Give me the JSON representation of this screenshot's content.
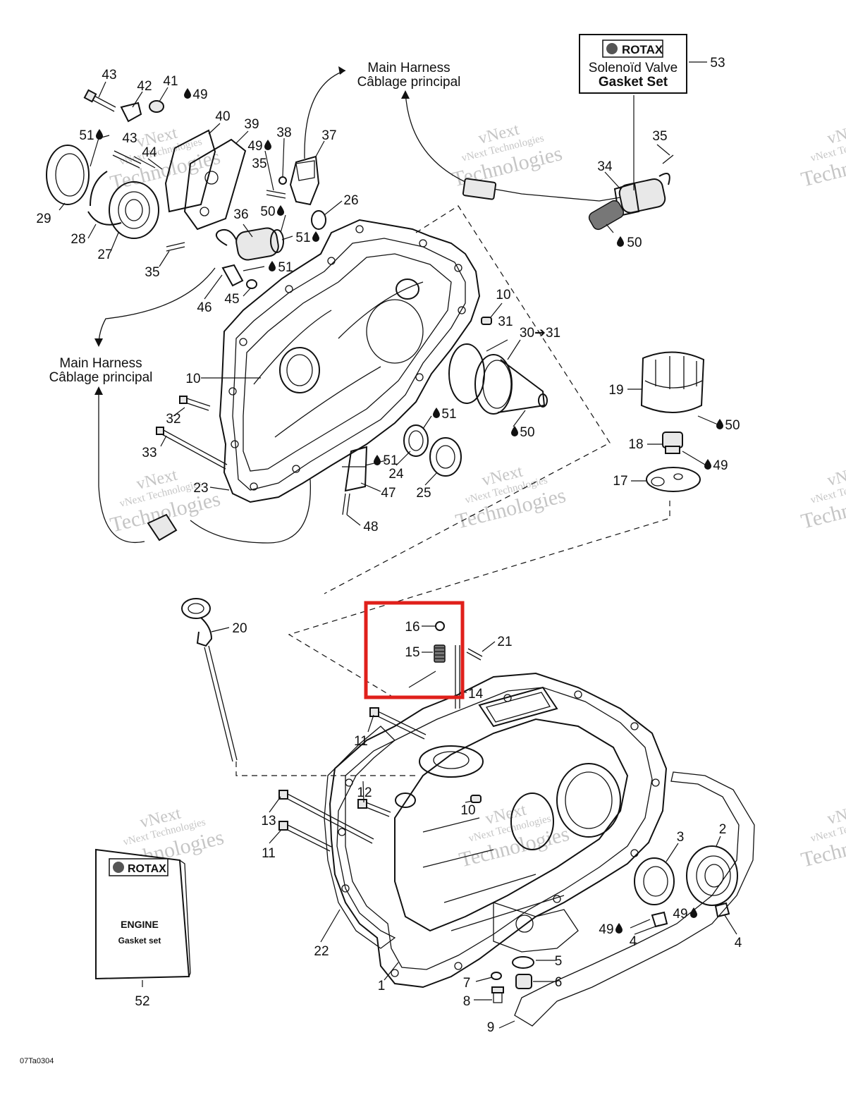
{
  "callouts": [
    {
      "id": "c43a",
      "text": "43"
    },
    {
      "id": "c42",
      "text": "42"
    },
    {
      "id": "c41",
      "text": "41"
    },
    {
      "id": "c49a",
      "text": "49"
    },
    {
      "id": "c40",
      "text": "40"
    },
    {
      "id": "c39",
      "text": "39"
    },
    {
      "id": "c38",
      "text": "38"
    },
    {
      "id": "c49b",
      "text": "49"
    },
    {
      "id": "c37",
      "text": "37"
    },
    {
      "id": "c35a",
      "text": "35"
    },
    {
      "id": "c51a",
      "text": "51"
    },
    {
      "id": "c43b",
      "text": "43"
    },
    {
      "id": "c44",
      "text": "44"
    },
    {
      "id": "c29",
      "text": "29"
    },
    {
      "id": "c28",
      "text": "28"
    },
    {
      "id": "c27",
      "text": "27"
    },
    {
      "id": "c36",
      "text": "36"
    },
    {
      "id": "c50a",
      "text": "50"
    },
    {
      "id": "c26",
      "text": "26"
    },
    {
      "id": "c51b",
      "text": "51"
    },
    {
      "id": "c35b",
      "text": "35"
    },
    {
      "id": "c46",
      "text": "46"
    },
    {
      "id": "c45",
      "text": "45"
    },
    {
      "id": "c51c",
      "text": "51"
    },
    {
      "id": "c53",
      "text": "53"
    },
    {
      "id": "c35c",
      "text": "35"
    },
    {
      "id": "c34",
      "text": "34"
    },
    {
      "id": "c50b",
      "text": "50"
    },
    {
      "id": "c10a",
      "text": "10"
    },
    {
      "id": "c31",
      "text": "31"
    },
    {
      "id": "c3031",
      "text": "30➔31"
    },
    {
      "id": "c10b",
      "text": "10"
    },
    {
      "id": "c19",
      "text": "19"
    },
    {
      "id": "c50c",
      "text": "50"
    },
    {
      "id": "c32",
      "text": "32"
    },
    {
      "id": "c51d",
      "text": "51"
    },
    {
      "id": "c50d",
      "text": "50"
    },
    {
      "id": "c18",
      "text": "18"
    },
    {
      "id": "c49c",
      "text": "49"
    },
    {
      "id": "c33",
      "text": "33"
    },
    {
      "id": "c51e",
      "text": "51"
    },
    {
      "id": "c24",
      "text": "24"
    },
    {
      "id": "c17",
      "text": "17"
    },
    {
      "id": "c23",
      "text": "23"
    },
    {
      "id": "c47",
      "text": "47"
    },
    {
      "id": "c25",
      "text": "25"
    },
    {
      "id": "c48",
      "text": "48"
    },
    {
      "id": "c20",
      "text": "20"
    },
    {
      "id": "c16",
      "text": "16"
    },
    {
      "id": "c15",
      "text": "15"
    },
    {
      "id": "c21",
      "text": "21"
    },
    {
      "id": "c14",
      "text": "14"
    },
    {
      "id": "c11a",
      "text": "11"
    },
    {
      "id": "c12",
      "text": "12"
    },
    {
      "id": "c10c",
      "text": "10"
    },
    {
      "id": "c13",
      "text": "13"
    },
    {
      "id": "c11b",
      "text": "11"
    },
    {
      "id": "c3",
      "text": "3"
    },
    {
      "id": "c2",
      "text": "2"
    },
    {
      "id": "c22",
      "text": "22"
    },
    {
      "id": "c49d",
      "text": "49"
    },
    {
      "id": "c4a",
      "text": "4"
    },
    {
      "id": "c49e",
      "text": "49"
    },
    {
      "id": "c4b",
      "text": "4"
    },
    {
      "id": "c5",
      "text": "5"
    },
    {
      "id": "c7",
      "text": "7"
    },
    {
      "id": "c6",
      "text": "6"
    },
    {
      "id": "c1",
      "text": "1"
    },
    {
      "id": "c8",
      "text": "8"
    },
    {
      "id": "c9",
      "text": "9"
    },
    {
      "id": "c52",
      "text": "52"
    }
  ],
  "harness_labels": [
    {
      "id": "h1",
      "line1": "Main Harness",
      "line2": "Câblage principal"
    },
    {
      "id": "h2",
      "line1": "Main Harness",
      "line2": "Câblage principal"
    }
  ],
  "gasket_set_box": {
    "brand": "ROTAX",
    "line1": "Solenoïd Valve",
    "line2": "Gasket Set"
  },
  "engine_booklet": {
    "brand": "ROTAX",
    "line1": "ENGINE",
    "line2": "Gasket set"
  },
  "watermark": {
    "line1": "vNext",
    "line2": "vNext Technologies",
    "line3": "Technologies"
  },
  "figure_code": "07Ta0304",
  "highlight_color": "#e0201b"
}
